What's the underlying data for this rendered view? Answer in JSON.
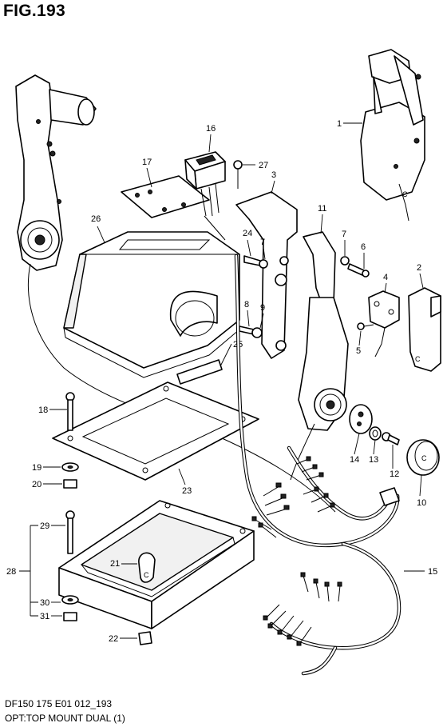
{
  "figure": {
    "title": "FIG.193",
    "code_line": "DF150 175 E01 012_193",
    "option_line": "OPT:TOP MOUNT DUAL (1)"
  },
  "callouts": {
    "c1": "1",
    "c2": "2",
    "c3": "3",
    "c4": "4",
    "c5": "5",
    "c6": "6",
    "c7a": "7",
    "c7b": "7",
    "c8": "8",
    "c9": "9",
    "c10": "10",
    "c11": "11",
    "c12": "12",
    "c13": "13",
    "c14": "14",
    "c15": "15",
    "c16": "16",
    "c17": "17",
    "c18": "18",
    "c19": "19",
    "c20": "20",
    "c21": "21",
    "c22": "22",
    "c23": "23",
    "c24": "24",
    "c25": "25",
    "c26": "26",
    "c27": "27",
    "c28": "28",
    "c29": "29",
    "c30": "30",
    "c31": "31"
  },
  "part_marks": {
    "grip_letter": "C"
  }
}
